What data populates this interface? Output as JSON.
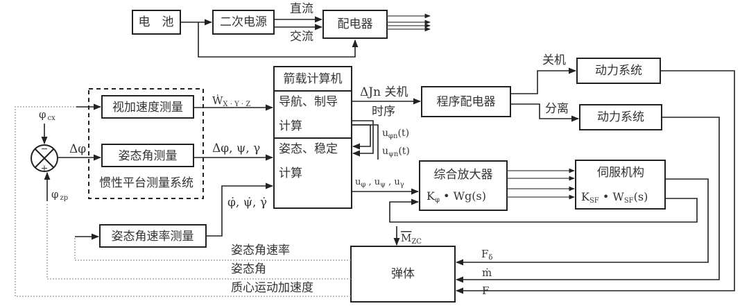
{
  "blocks": {
    "battery": "电　池",
    "secondary_power": "二次电源",
    "distributor": "配电器",
    "onboard_computer": "箭载计算机",
    "nav_guidance_1": "导航、制导",
    "nav_guidance_2": "计算",
    "attitude_stab_1": "姿态、稳定",
    "attitude_stab_2": "计算",
    "accel_measure": "视加速度测量",
    "attitude_measure": "姿态角测量",
    "inertial_platform": "惯性平台测量系统",
    "rate_measure": "姿态角速率测量",
    "program_distributor": "程序配电器",
    "power_system_1": "动力系统",
    "power_system_2": "动力系统",
    "amplifier_title": "综合放大器",
    "amplifier_tf": "Kφ • Wg(s)",
    "servo_title": "伺服机构",
    "servo_tf": "KSF • WSF(s)",
    "body": "弹体"
  },
  "signals": {
    "dc": "直流",
    "ac": "交流",
    "w_xyz": "Ẇx·y·z",
    "dphi_psi_gamma": "Δφ, ψ, γ",
    "rates": "φ̇, ψ̇, γ̇",
    "delta_phi": "Δφ",
    "phi_cx": "φcx",
    "phi_zp": "φzp",
    "minus": "−",
    "plus": "+",
    "djn": "ΔJn 关机",
    "timing": "时序",
    "u_phi_n": "uφn(t)",
    "u_psi_n": "uψn(t)",
    "u_cmds": "uφ, uψ, uγ",
    "shutdown": "关机",
    "separation": "分离",
    "m_zc": "M̄zc",
    "f_delta": "Fδ",
    "m_dot": "ṁ",
    "thrust": "F",
    "fb_rate": "姿态角速率",
    "fb_angle": "姿态角",
    "fb_accel": "质心运动加速度"
  }
}
